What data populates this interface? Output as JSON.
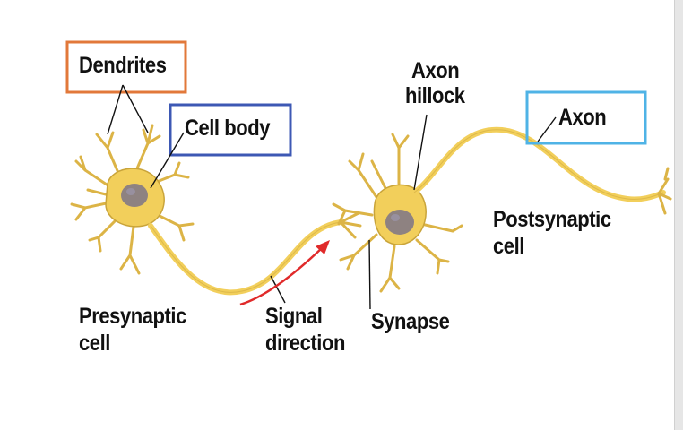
{
  "diagram": {
    "labels": {
      "dendrites": "Dendrites",
      "cell_body": "Cell body",
      "axon_hillock_line1": "Axon",
      "axon_hillock_line2": "hillock",
      "axon": "Axon",
      "postsynaptic_line1": "Postsynaptic",
      "postsynaptic_line2": "cell",
      "presynaptic_line1": "Presynaptic",
      "presynaptic_line2": "cell",
      "signal_line1": "Signal",
      "signal_line2": "direction",
      "synapse": "Synapse"
    },
    "colors": {
      "dendrites_box": "#e2783a",
      "cell_body_box": "#3d58b4",
      "axon_box": "#4fb3e6",
      "neuron_fill": "#f2cf5b",
      "neuron_stroke": "#c9a43a",
      "nucleus": "#7d7488",
      "signal_arrow": "#e02a2a"
    }
  }
}
